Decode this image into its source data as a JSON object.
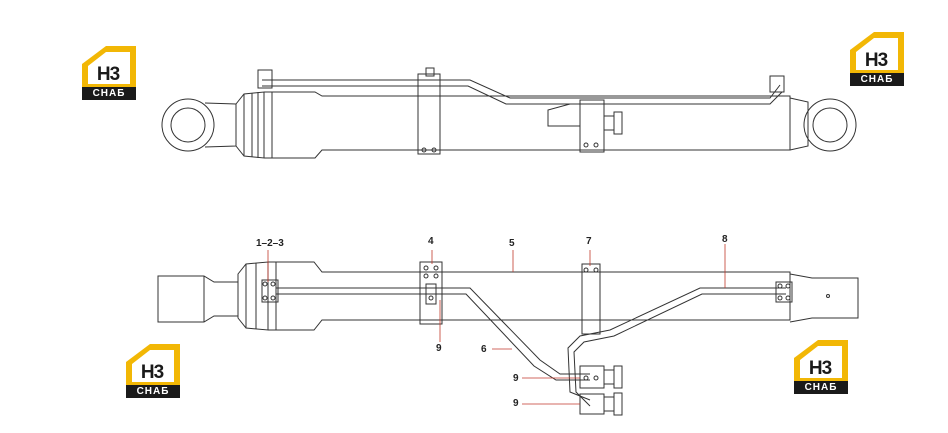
{
  "logo": {
    "mark": "H3",
    "brand": "СНАБ",
    "colors": {
      "gold": "#f2b705",
      "dark": "#1a1a1a"
    }
  },
  "callouts": {
    "c123": "1–2–3",
    "c4": "4",
    "c5": "5",
    "c6": "6",
    "c7": "7",
    "c8": "8",
    "c9a": "9",
    "c9b": "9",
    "c9c": "9"
  },
  "colors": {
    "line": "#333333",
    "leader": "#c0392b"
  }
}
